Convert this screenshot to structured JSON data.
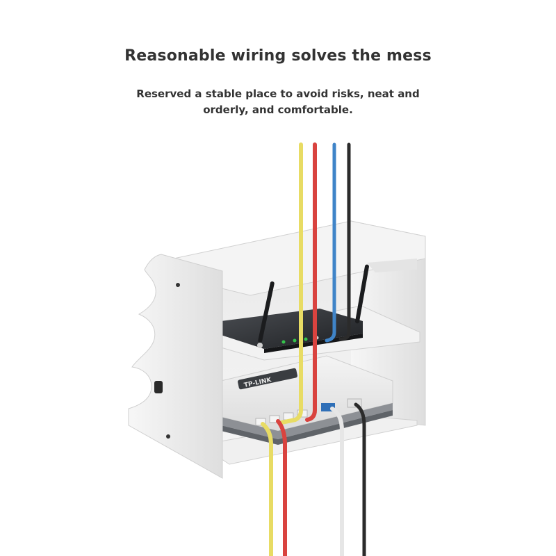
{
  "headline": "Reasonable wiring solves the mess",
  "subtitle": "Reserved a stable place to avoid risks, neat and orderly, and comfortable.",
  "scene": {
    "router_brand_text": "TP-LINK",
    "cable_colors": {
      "yellow": "#e8dc64",
      "red": "#d9433f",
      "blue": "#3f84c8",
      "black": "#2b2b2b",
      "white": "#e6e6e6"
    },
    "shelf_color": "#f1f1f1",
    "router_top_color": "#2b2d30",
    "router_bottom_color": "#ececec",
    "port_led_color": "#34c24a"
  }
}
